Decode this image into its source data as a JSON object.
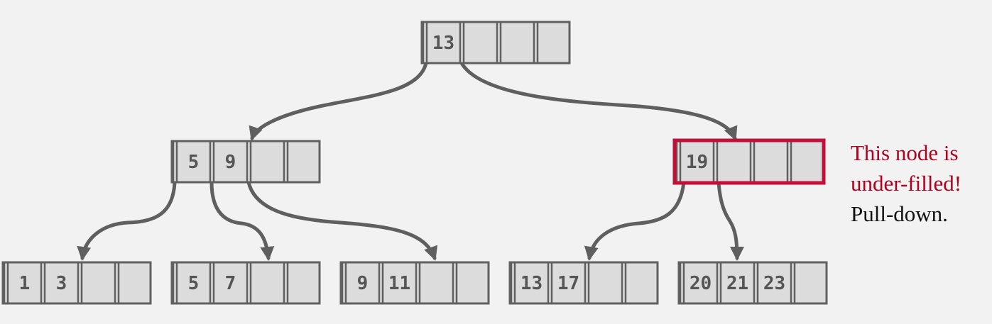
{
  "colors": {
    "background": "#f2f2f2",
    "cell_fill": "#dcdcdc",
    "cell_border": "#606060",
    "edge": "#5f5f5f",
    "key_text": "#555555",
    "highlight": "#c0103a",
    "warning_text": "#b0001e"
  },
  "tree": {
    "nodes": [
      {
        "id": "root",
        "keys": [
          "13",
          "",
          "",
          ""
        ],
        "highlighted": false
      },
      {
        "id": "inner-left",
        "keys": [
          "5",
          "9",
          "",
          ""
        ],
        "highlighted": false
      },
      {
        "id": "inner-right",
        "keys": [
          "19",
          "",
          "",
          ""
        ],
        "highlighted": true
      },
      {
        "id": "leaf-1",
        "keys": [
          "1",
          "3",
          "",
          ""
        ],
        "highlighted": false
      },
      {
        "id": "leaf-2",
        "keys": [
          "5",
          "7",
          "",
          ""
        ],
        "highlighted": false
      },
      {
        "id": "leaf-3",
        "keys": [
          "9",
          "11",
          "",
          ""
        ],
        "highlighted": false
      },
      {
        "id": "leaf-4",
        "keys": [
          "13",
          "17",
          "",
          ""
        ],
        "highlighted": false
      },
      {
        "id": "leaf-5",
        "keys": [
          "20",
          "21",
          "23",
          ""
        ],
        "highlighted": false
      }
    ],
    "edges": [
      {
        "from": "root",
        "to": "inner-left"
      },
      {
        "from": "root",
        "to": "inner-right"
      },
      {
        "from": "inner-left",
        "to": "leaf-1"
      },
      {
        "from": "inner-left",
        "to": "leaf-2"
      },
      {
        "from": "inner-left",
        "to": "leaf-3"
      },
      {
        "from": "inner-right",
        "to": "leaf-4"
      },
      {
        "from": "inner-right",
        "to": "leaf-5"
      }
    ]
  },
  "annotation": {
    "line1": "This node is",
    "line2": "under-filled!",
    "line3": "Pull-down."
  }
}
